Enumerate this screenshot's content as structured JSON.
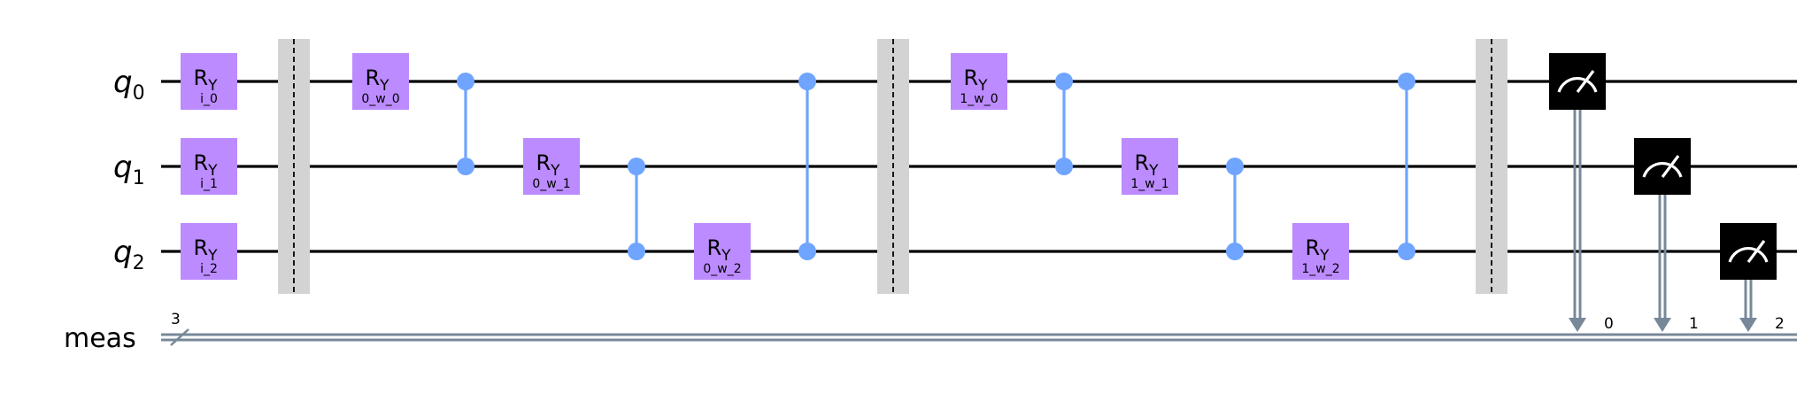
{
  "circuit": {
    "qubits": [
      {
        "name": "q",
        "index": "0"
      },
      {
        "name": "q",
        "index": "1"
      },
      {
        "name": "q",
        "index": "2"
      }
    ],
    "classical_register": {
      "label": "meas",
      "width": "3"
    },
    "gate_symbol": {
      "main": "R",
      "sub": "Y"
    },
    "columns": [
      {
        "kind": "gates",
        "gates": [
          {
            "qubit": 0,
            "param": "i_0"
          },
          {
            "qubit": 1,
            "param": "i_1"
          },
          {
            "qubit": 2,
            "param": "i_2"
          }
        ]
      },
      {
        "kind": "barrier"
      },
      {
        "kind": "gates",
        "gates": [
          {
            "qubit": 0,
            "param": "0_w_0"
          }
        ]
      },
      {
        "kind": "cz",
        "qubits": [
          0,
          1
        ]
      },
      {
        "kind": "gates",
        "gates": [
          {
            "qubit": 1,
            "param": "0_w_1"
          }
        ]
      },
      {
        "kind": "cz",
        "qubits": [
          1,
          2
        ]
      },
      {
        "kind": "gates",
        "gates": [
          {
            "qubit": 2,
            "param": "0_w_2"
          }
        ]
      },
      {
        "kind": "cz",
        "qubits": [
          0,
          2
        ]
      },
      {
        "kind": "barrier"
      },
      {
        "kind": "gates",
        "gates": [
          {
            "qubit": 0,
            "param": "1_w_0"
          }
        ]
      },
      {
        "kind": "cz",
        "qubits": [
          0,
          1
        ]
      },
      {
        "kind": "gates",
        "gates": [
          {
            "qubit": 1,
            "param": "1_w_1"
          }
        ]
      },
      {
        "kind": "cz",
        "qubits": [
          1,
          2
        ]
      },
      {
        "kind": "gates",
        "gates": [
          {
            "qubit": 2,
            "param": "1_w_2"
          }
        ]
      },
      {
        "kind": "cz",
        "qubits": [
          0,
          2
        ]
      },
      {
        "kind": "barrier"
      },
      {
        "kind": "measure",
        "qubit": 0,
        "cbit": "0"
      },
      {
        "kind": "measure",
        "qubit": 1,
        "cbit": "1"
      },
      {
        "kind": "measure",
        "qubit": 2,
        "cbit": "2"
      }
    ]
  }
}
